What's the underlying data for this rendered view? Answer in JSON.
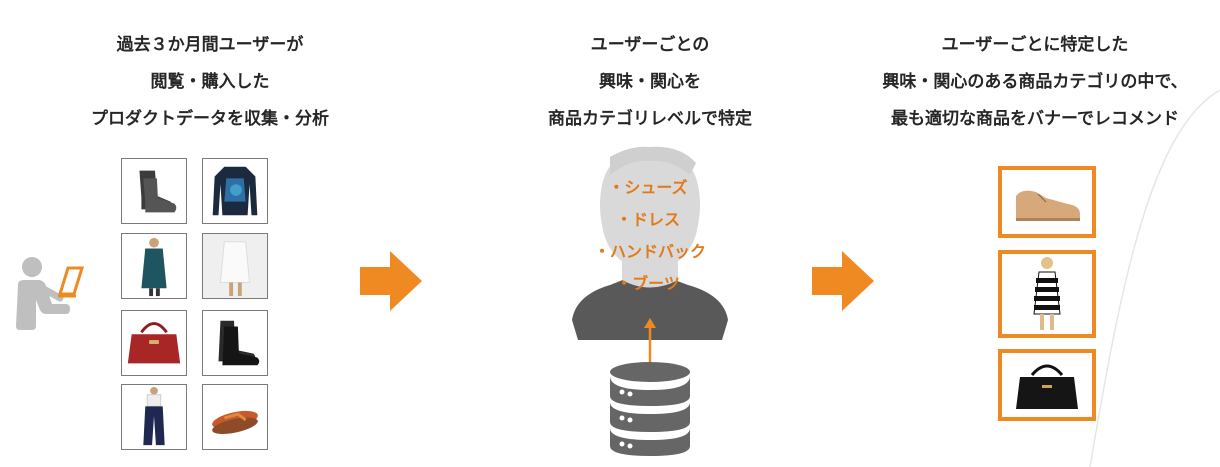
{
  "step1": {
    "lines": [
      "過去３か月間ユーザーが",
      "閲覧・購入した",
      "プロダクトデータを収集・分析"
    ],
    "products": [
      "boots-icon",
      "sweater-icon",
      "coat-icon",
      "white-coat-icon",
      "handbag-icon",
      "combat-boots-icon",
      "pants-icon",
      "sandals-icon"
    ]
  },
  "step2": {
    "lines": [
      "ユーザーごとの",
      "興味・関心を",
      "商品カテゴリレベルで特定"
    ],
    "categories": [
      "・シューズ",
      "・ドレス",
      "・ハンドバック",
      "・ブーツ"
    ]
  },
  "step3": {
    "lines": [
      "ユーザーごとに特定した",
      "興味・関心のある商品カテゴリの中で、",
      "最も適切な商品をバナーでレコメンド"
    ],
    "recommendations": [
      "oxford-shoe-icon",
      "striped-dress-icon",
      "black-handbag-icon"
    ]
  },
  "colors": {
    "accent": "#ef8a22",
    "silhouette_light": "#d9d9d9",
    "silhouette_dark": "#595959",
    "text": "#262626"
  }
}
